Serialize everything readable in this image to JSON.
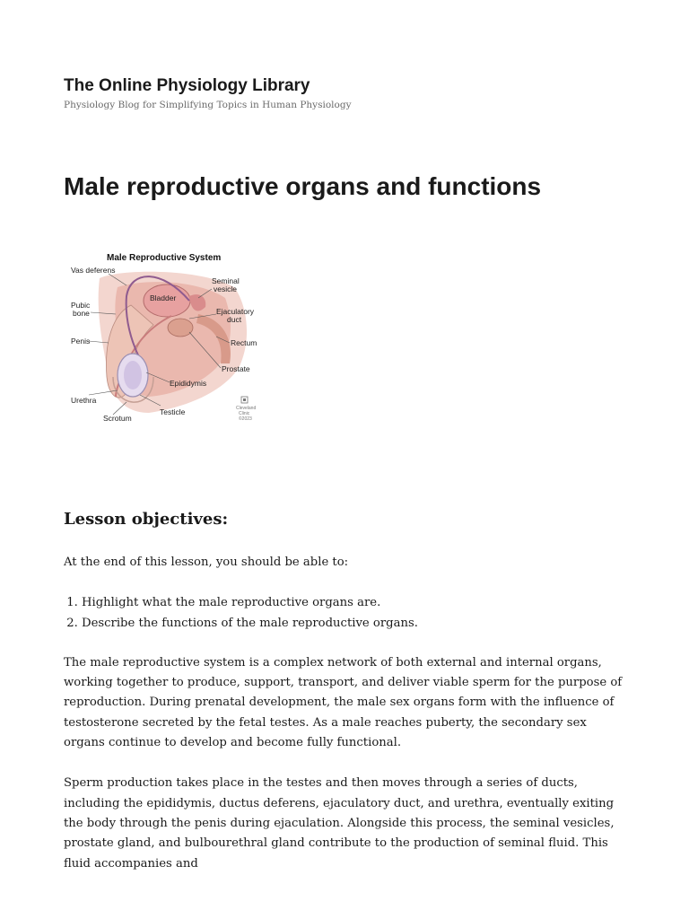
{
  "site": {
    "title": "The Online Physiology Library",
    "description": "Physiology Blog for Simplifying Topics in Human Physiology"
  },
  "post": {
    "title": "Male reproductive organs and functions"
  },
  "figure": {
    "title": "Male Reproductive System",
    "labels": {
      "vas_deferens": "Vas deferens",
      "seminal_vesicle_1": "Seminal",
      "seminal_vesicle_2": "vesicle",
      "bladder": "Bladder",
      "pubic_bone_1": "Pubic",
      "pubic_bone_2": "bone",
      "ejaculatory_duct_1": "Ejaculatory",
      "ejaculatory_duct_2": "duct",
      "penis": "Penis",
      "rectum": "Rectum",
      "prostate": "Prostate",
      "epididymis": "Epididymis",
      "urethra": "Urethra",
      "testicle": "Testicle",
      "scrotum": "Scrotum"
    },
    "credit_1": "Cleveland",
    "credit_2": "Clinic",
    "credit_3": "©2023"
  },
  "lesson": {
    "heading": "Lesson objectives:",
    "intro": "At the end of this lesson, you should be able to:",
    "objectives": [
      "Highlight what the male reproductive organs are.",
      "Describe the functions of the male reproductive organs."
    ],
    "paragraphs": [
      "The male reproductive system is a complex network of both external and internal organs, working together to produce, support, transport, and deliver viable sperm for the purpose of reproduction. During prenatal development, the male sex organs form with the influence of testosterone secreted by the fetal testes. As a male reaches puberty, the secondary sex organs continue to develop and become fully functional.",
      "Sperm production takes place in the testes and then moves through a series of ducts, including the epididymis, ductus deferens, ejaculatory duct, and urethra, eventually exiting the body through the penis during ejaculation. Alongside this process, the seminal vesicles, prostate gland, and bulbourethral gland contribute to the production of seminal fluid. This fluid accompanies and"
    ]
  }
}
